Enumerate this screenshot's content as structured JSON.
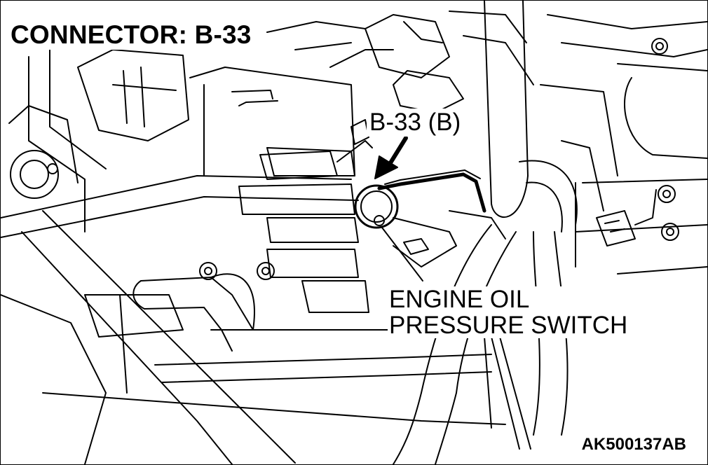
{
  "diagram": {
    "title": "CONNECTOR: B-33",
    "connector_callout": "B-33 (B)",
    "component_callout": {
      "line1": "ENGINE OIL",
      "line2": "PRESSURE SWITCH"
    },
    "figure_code": "AK500137AB"
  }
}
